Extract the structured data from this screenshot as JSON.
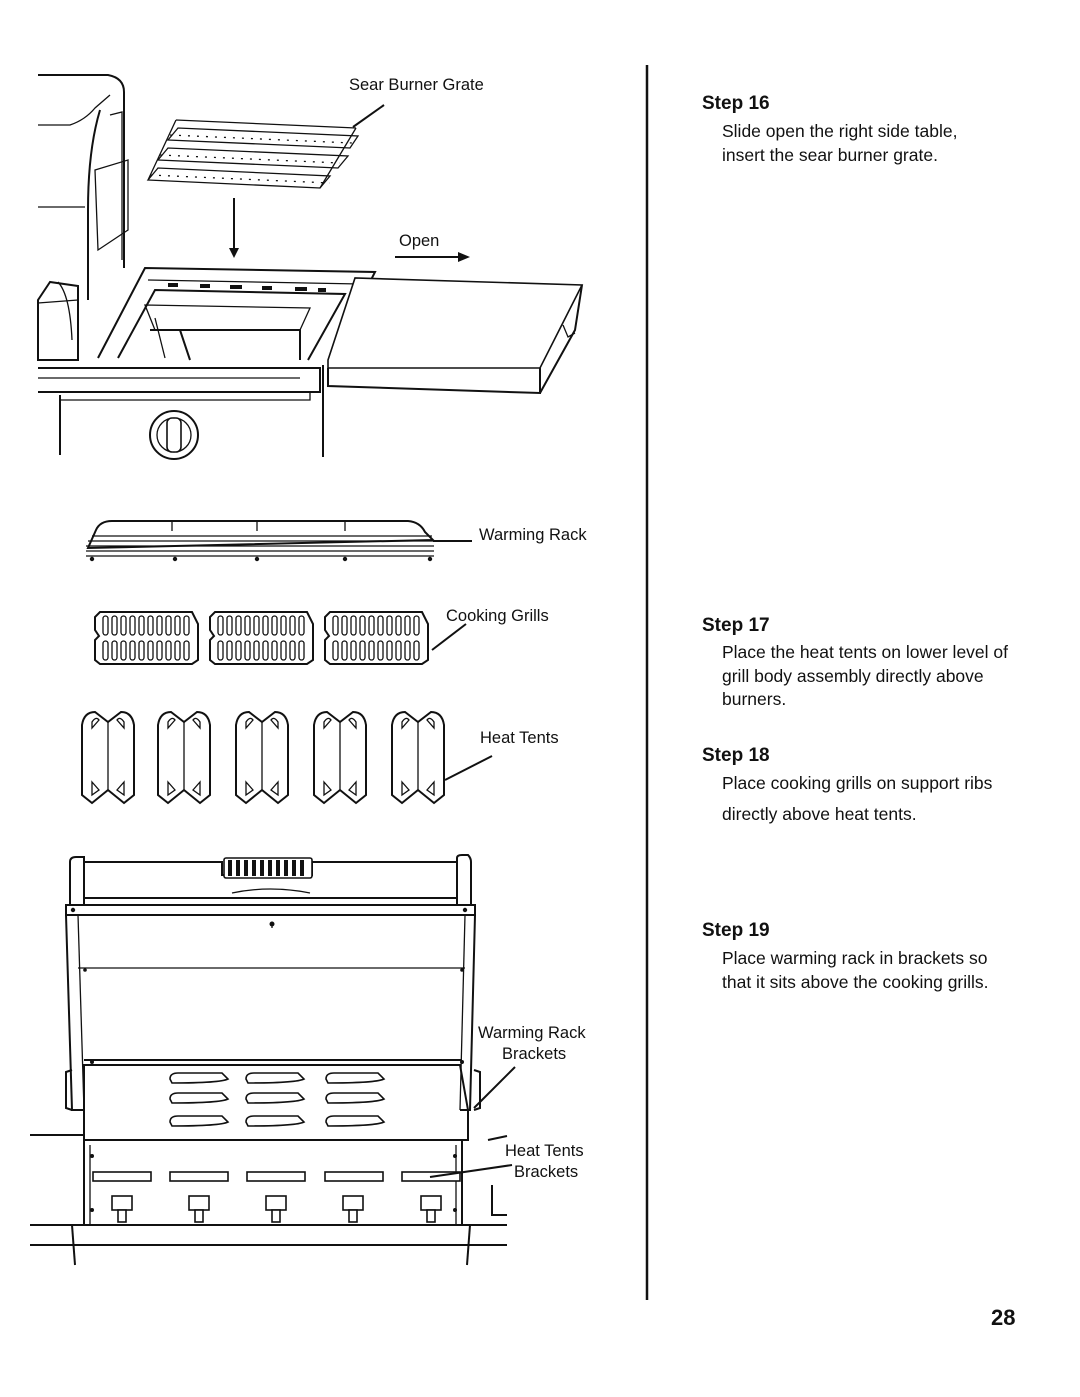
{
  "labels": {
    "sear_burner_grate": "Sear Burner Grate",
    "open": "Open",
    "warming_rack": "Warming Rack",
    "cooking_grills": "Cooking Grills",
    "heat_tents": "Heat Tents",
    "warming_rack_brackets_1": "Warming Rack",
    "warming_rack_brackets_2": "Brackets",
    "heat_tents_brackets_1": "Heat Tents",
    "heat_tents_brackets_2": "Brackets"
  },
  "steps": [
    {
      "title": "Step 16",
      "text": "Slide open the right side table, insert the sear burner grate."
    },
    {
      "title": "Step 17",
      "text": "Place the heat tents on lower level of grill body assembly directly above burners."
    },
    {
      "title": "Step 18",
      "text_line1": "Place cooking grills on support ribs",
      "text_line2": "directly above heat tents."
    },
    {
      "title": "Step 19",
      "text": "Place warming rack in brackets so that it sits above the cooking grills."
    }
  ],
  "page_number": "28"
}
